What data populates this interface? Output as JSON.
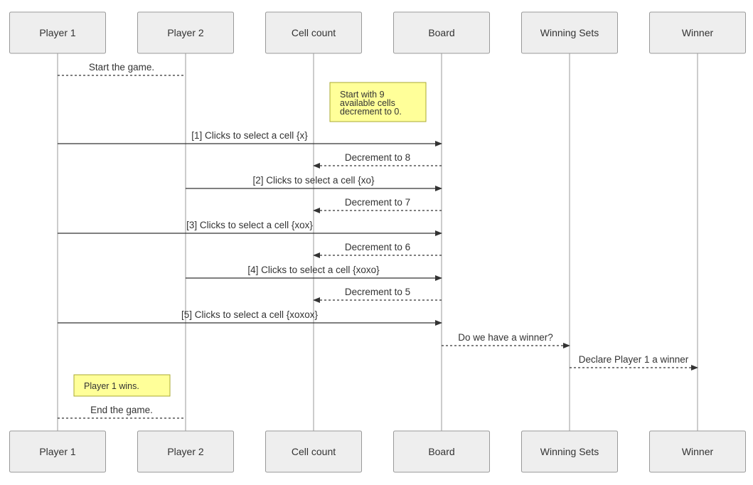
{
  "actors": [
    {
      "id": "p1",
      "label": "Player 1"
    },
    {
      "id": "p2",
      "label": "Player 2"
    },
    {
      "id": "cc",
      "label": "Cell count"
    },
    {
      "id": "board",
      "label": "Board"
    },
    {
      "id": "ws",
      "label": "Winning Sets"
    },
    {
      "id": "winner",
      "label": "Winner"
    }
  ],
  "messages": [
    {
      "from": "p1",
      "to": "p2",
      "text": "Start the game.",
      "style": "dotted",
      "arrow": "none"
    },
    {
      "from": "p1",
      "to": "board",
      "text": "[1] Clicks to select a cell {x}",
      "style": "solid",
      "arrow": "filled"
    },
    {
      "from": "board",
      "to": "cc",
      "text": "Decrement to 8",
      "style": "dotted",
      "arrow": "filled"
    },
    {
      "from": "p2",
      "to": "board",
      "text": "[2] Clicks to select a cell {xo}",
      "style": "solid",
      "arrow": "filled"
    },
    {
      "from": "board",
      "to": "cc",
      "text": "Decrement to 7",
      "style": "dotted",
      "arrow": "filled"
    },
    {
      "from": "p1",
      "to": "board",
      "text": "[3] Clicks to select a cell {xox}",
      "style": "solid",
      "arrow": "filled"
    },
    {
      "from": "board",
      "to": "cc",
      "text": "Decrement to 6",
      "style": "dotted",
      "arrow": "filled"
    },
    {
      "from": "p2",
      "to": "board",
      "text": "[4] Clicks to select a cell {xoxo}",
      "style": "solid",
      "arrow": "filled"
    },
    {
      "from": "board",
      "to": "cc",
      "text": "Decrement to 5",
      "style": "dotted",
      "arrow": "filled"
    },
    {
      "from": "p1",
      "to": "board",
      "text": "[5] Clicks to select a cell {xoxox}",
      "style": "solid",
      "arrow": "filled"
    },
    {
      "from": "board",
      "to": "ws",
      "text": "Do we have a winner?",
      "style": "dotted",
      "arrow": "filled"
    },
    {
      "from": "ws",
      "to": "winner",
      "text": "Declare Player 1 a winner",
      "style": "dotted",
      "arrow": "filled"
    },
    {
      "from": "p1",
      "to": "p2",
      "text": "End the game.",
      "style": "dotted",
      "arrow": "none"
    }
  ],
  "notes": [
    {
      "over": [
        "cc",
        "board"
      ],
      "lines": [
        "Start with 9",
        "available cells",
        "decrement to 0."
      ]
    },
    {
      "over": [
        "p1",
        "p2"
      ],
      "lines": [
        "Player 1 wins."
      ]
    }
  ],
  "colors": {
    "actor_fill": "#eeeeee",
    "actor_border": "#999999",
    "note_fill": "#ffff99",
    "note_border": "#aaaa33",
    "line": "#333333"
  }
}
